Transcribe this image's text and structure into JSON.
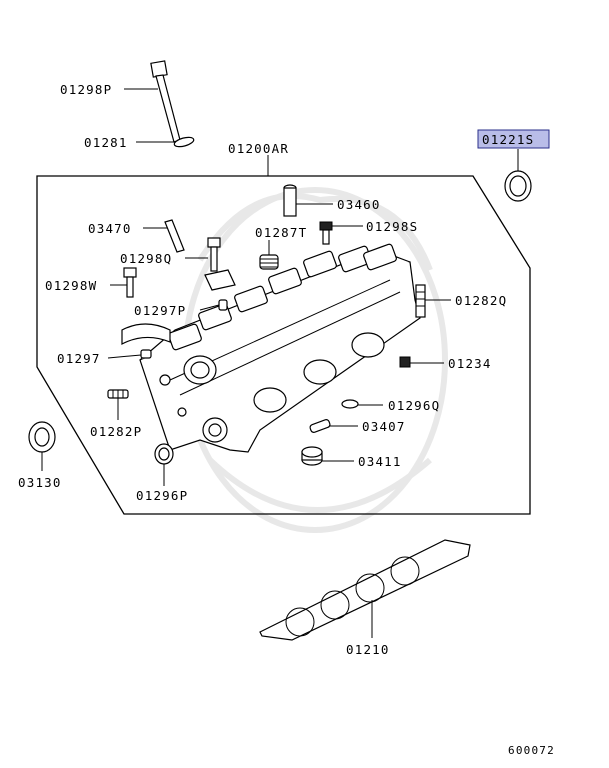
{
  "parts": {
    "p01298P": "01298P",
    "p01281": "01281",
    "p01200AR": "01200AR",
    "p01221S": "01221S",
    "p03460": "03460",
    "p03470": "03470",
    "p01298S": "01298S",
    "p01287T": "01287T",
    "p01298Q": "01298Q",
    "p01298W": "01298W",
    "p01282Q": "01282Q",
    "p01297P": "01297P",
    "p01297": "01297",
    "p01234": "01234",
    "p01296Q": "01296Q",
    "p01282P": "01282P",
    "p03407": "03407",
    "p03130": "03130",
    "p03411": "03411",
    "p01296P": "01296P",
    "p01210": "01210"
  },
  "diagram_id": "600072",
  "highlighted_part": "01221S",
  "colors": {
    "highlight": "#b9bde8",
    "highlight_border": "#2a2f8a",
    "watermark": "#e6e6e6"
  }
}
